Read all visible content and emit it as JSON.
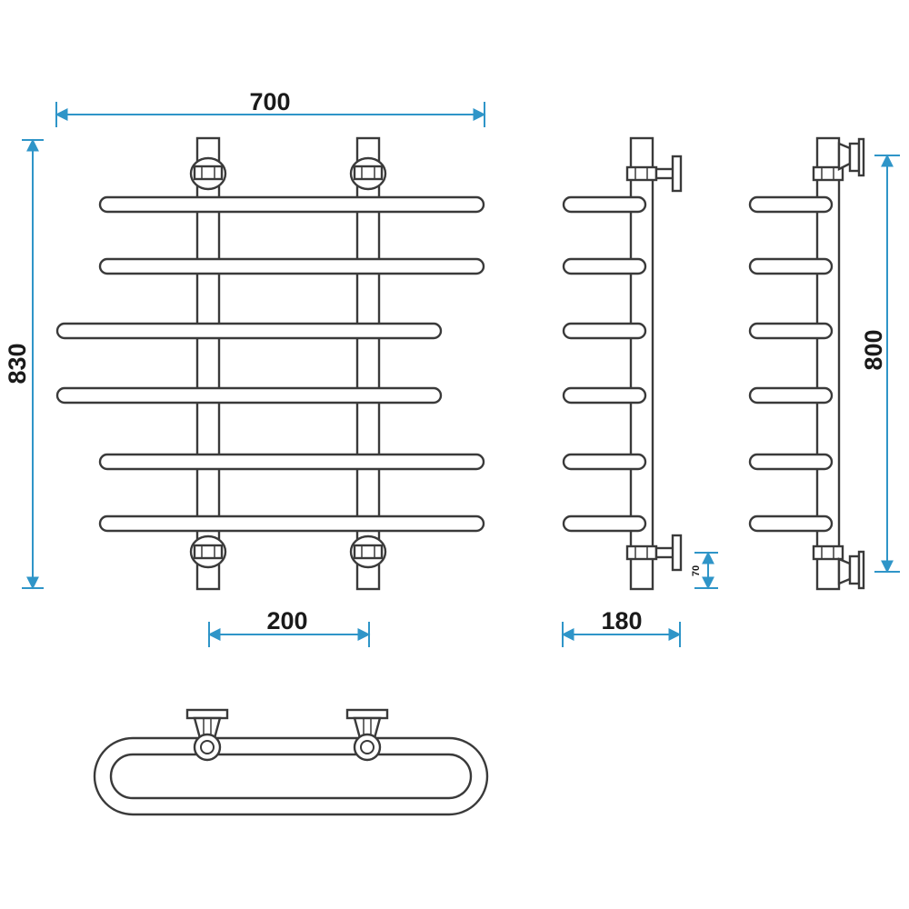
{
  "dimensions": {
    "overall_width": "700",
    "overall_height": "830",
    "pipe_spacing": "200",
    "depth": "180",
    "connection_height": "800",
    "bottom_offset": "70"
  },
  "colors": {
    "dimension_line": "#2f95c8",
    "outline": "#3a3a3a",
    "background": "#ffffff",
    "text": "#1a1a1a"
  }
}
